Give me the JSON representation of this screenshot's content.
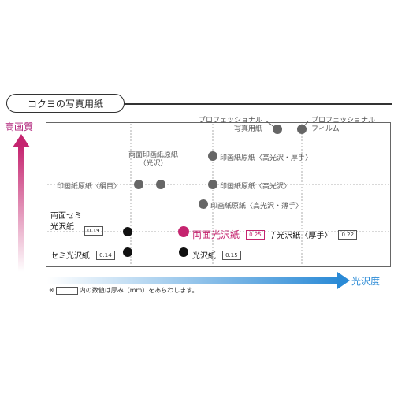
{
  "title": "コクヨの写真用紙",
  "y_axis_label": "高画質",
  "x_axis_label": "光沢度",
  "footnote": {
    "prefix": "※",
    "suffix": "内の数値は厚み（mm）をあらわします。"
  },
  "labels": {
    "professional_photo": "プロフェッショナル\n写真用紙",
    "professional_film": "プロフェッショナル\nフィルム",
    "double_print_original": "両面印画紙原紙\n（光沢）",
    "print_original_thick": "印画紙原紙〈高光沢・厚手〉",
    "print_original_silk": "印画紙原紙〈絹目〉",
    "print_original_high": "印画紙原紙〈高光沢〉",
    "print_paper_thin": "印画紙原紙〈高光沢・薄手〉",
    "double_semi": "両面セミ\n光沢紙",
    "double_semi_val": "0.19",
    "double_glossy": "両面光沢紙",
    "double_glossy_val": "0.25",
    "glossy_thick": "/ 光沢紙〈厚手〉",
    "glossy_thick_val": "0.22",
    "semi_glossy": "セミ光沢紙",
    "semi_glossy_val": "0.14",
    "glossy": "光沢紙",
    "glossy_val": "0.15"
  },
  "colors": {
    "magenta": "#c5246f",
    "blue": "#2a8ad6",
    "gray_dot": "#666666",
    "black_dot": "#111111"
  }
}
